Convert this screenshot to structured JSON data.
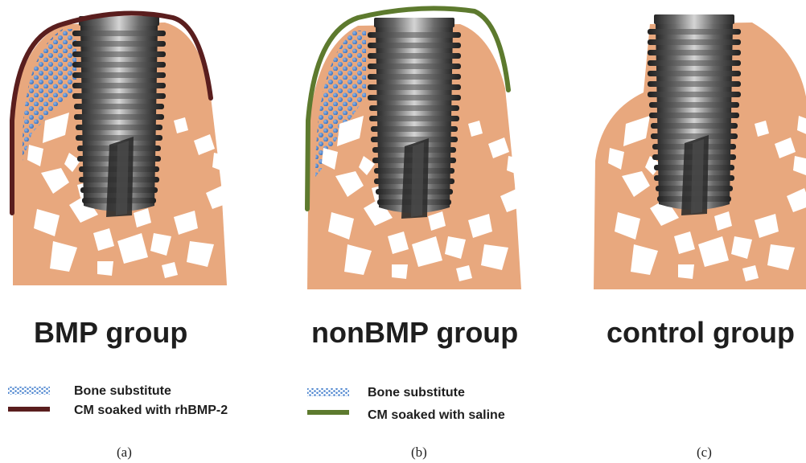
{
  "colors": {
    "bone": "#e8a87e",
    "marrow": "#ffffff",
    "particles": "#4e86cf",
    "membrane_bmp": "#5a1e1e",
    "membrane_saline": "#5d7a2e",
    "implant_dark": "#2e2e2e",
    "implant_light": "#c9c9c9"
  },
  "panels": [
    {
      "title": "BMP group",
      "caption": "(a)",
      "legend": [
        {
          "label": "Bone substitute",
          "swatch": "particles"
        },
        {
          "label": "CM soaked with rhBMP-2",
          "swatch": "membrane_bmp"
        }
      ]
    },
    {
      "title": "nonBMP group",
      "caption": "(b)",
      "legend": [
        {
          "label": "Bone substitute",
          "swatch": "particles"
        },
        {
          "label": "CM soaked with saline",
          "swatch": "membrane_saline"
        }
      ]
    },
    {
      "title": "control group",
      "caption": "(c)",
      "legend": []
    }
  ]
}
